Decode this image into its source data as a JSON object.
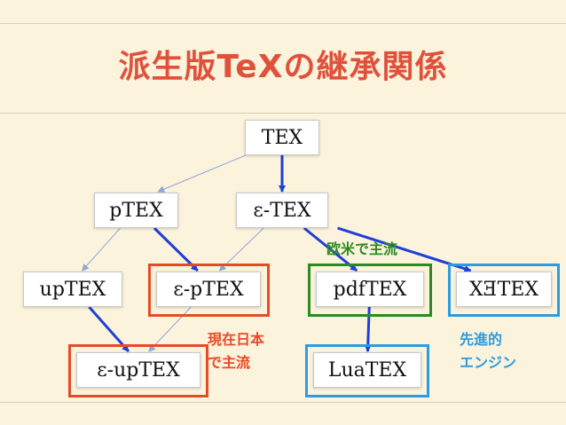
{
  "slide": {
    "title": "派生版TeXの継承関係"
  },
  "nodes": {
    "tex": "TEX",
    "ptex": "pTEX",
    "etex": "ε-TEX",
    "uptex": "upTEX",
    "eptex": "ε-pTEX",
    "pdftex": "pdfTEX",
    "xetex": "XƎTEX",
    "euptex": "ε-upTEX",
    "luatex": "LuaTEX"
  },
  "notes": {
    "western": "欧米で主流",
    "japan": "現在日本\nで主流",
    "advanced": "先進的\nエンジン"
  },
  "colors": {
    "title": "#e0513b",
    "edge_main": "#1f3fd6",
    "edge_thin": "#8fa6d9",
    "frame_japan": "#e84a28",
    "frame_western": "#2c8a22",
    "frame_advanced": "#2d9be0",
    "note_japan": "#e84a28",
    "note_western": "#2c8a22",
    "note_advanced": "#2d9be0"
  },
  "edges": [
    {
      "from": "tex",
      "to": "ptex",
      "style": "thin"
    },
    {
      "from": "tex",
      "to": "etex",
      "style": "main"
    },
    {
      "from": "ptex",
      "to": "uptex",
      "style": "thin"
    },
    {
      "from": "ptex",
      "to": "eptex",
      "style": "main"
    },
    {
      "from": "etex",
      "to": "eptex",
      "style": "thin"
    },
    {
      "from": "etex",
      "to": "pdftex",
      "style": "main"
    },
    {
      "from": "etex",
      "to": "xetex",
      "style": "main"
    },
    {
      "from": "uptex",
      "to": "euptex",
      "style": "main"
    },
    {
      "from": "eptex",
      "to": "euptex",
      "style": "thin"
    },
    {
      "from": "pdftex",
      "to": "luatex",
      "style": "main"
    }
  ]
}
